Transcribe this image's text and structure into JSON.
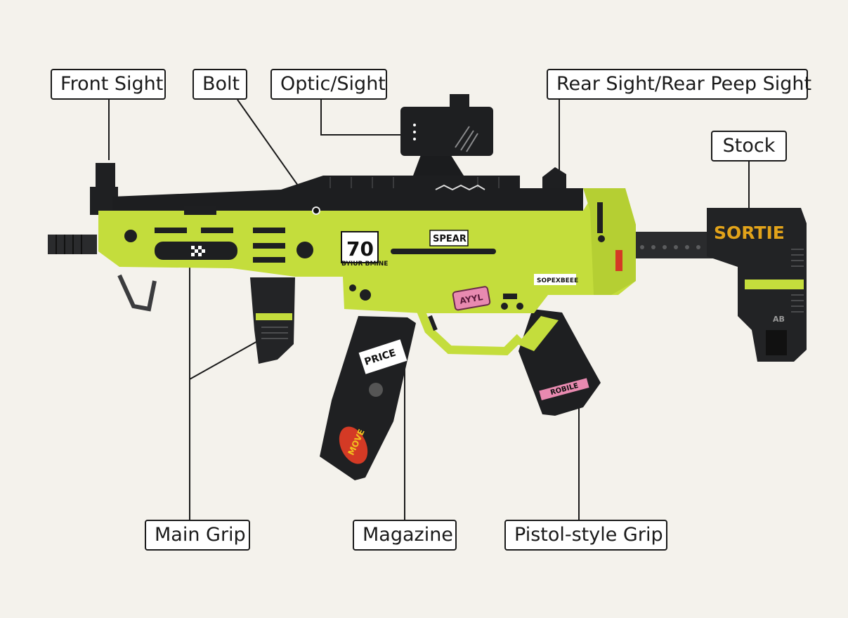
{
  "labels": {
    "front_sight": "Front Sight",
    "bolt": "Bolt",
    "optic_sight": "Optic/Sight",
    "rear_sight": "Rear Sight/Rear Peep Sight",
    "stock": "Stock",
    "main_grip": "Main Grip",
    "magazine": "Magazine",
    "pistol_grip": "Pistol-style Grip"
  },
  "stickers": {
    "number": "70",
    "number_caption": "BYIUR BMINE",
    "spear": "SPEAR",
    "sopr": "SOPEXBEEE",
    "ayyl": "AYYL",
    "price": "PRICE",
    "move": "MOVE",
    "stock_logo": "SORTIE",
    "stock_small": "AB",
    "grip_band": "ROBILE"
  },
  "colors": {
    "lime": "#c4dd3c",
    "dark": "#1e1f21",
    "background": "#f4f2ec",
    "accent_orange": "#e2a31a",
    "accent_pink": "#e88ab0"
  }
}
